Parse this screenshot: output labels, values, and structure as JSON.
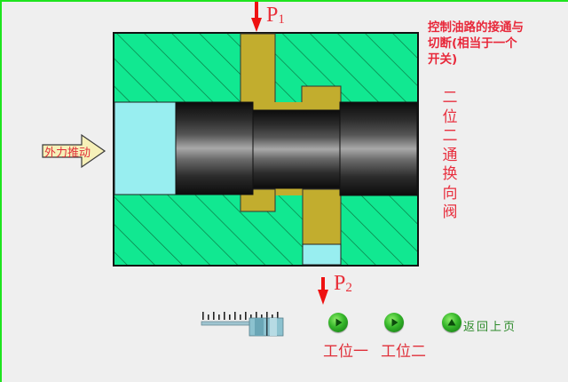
{
  "diagram": {
    "title_vertical": [
      "二",
      "位",
      "二",
      "通",
      "换",
      "向",
      "阀"
    ],
    "caption": "控制油路的接通与切断(相当于一个开关)",
    "external_force_label": "外力推动",
    "ports": {
      "p1": {
        "label": "P",
        "sub": "1"
      },
      "p2": {
        "label": "P",
        "sub": "2"
      }
    },
    "colors": {
      "body_fill": "#11e891",
      "hatch": "#0a7a45",
      "oil": "#c2ad2e",
      "cavity": "#98eef0",
      "spool_dark": "#111111",
      "spool_light": "#a8a8a8",
      "arrow_red": "#ee1111",
      "frame_green": "#1ee41e",
      "background": "#efefef"
    }
  },
  "controls": {
    "position_one_label": "工位一",
    "position_two_label": "工位二",
    "back_label": "返回上页"
  }
}
